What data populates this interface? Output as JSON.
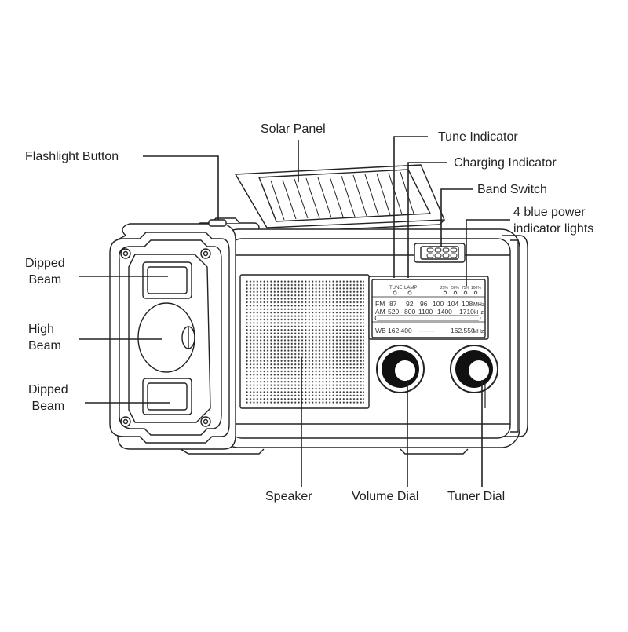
{
  "labels": {
    "solar_panel": "Solar Panel",
    "tune_indicator": "Tune Indicator",
    "charging_indicator": "Charging Indicator",
    "band_switch": "Band Switch",
    "power_lights_line1": "4 blue power",
    "power_lights_line2": "indicator lights",
    "flashlight_button": "Flashlight Button",
    "dipped_beam_top_line1": "Dipped",
    "dipped_beam_top_line2": "Beam",
    "high_beam_line1": "High",
    "high_beam_line2": "Beam",
    "dipped_beam_bottom_line1": "Dipped",
    "dipped_beam_bottom_line2": "Beam",
    "speaker": "Speaker",
    "volume_dial": "Volume Dial",
    "tuner_dial": "Tuner Dial"
  },
  "radio_panel": {
    "indicator_tune": "TUNE",
    "indicator_lamp": "LAMP",
    "battery_levels": [
      "25%",
      "50%",
      "75%",
      "100%"
    ],
    "fm": {
      "band": "FM",
      "freqs": [
        "87",
        "92",
        "96",
        "100",
        "104",
        "108"
      ],
      "unit": "MHz"
    },
    "am": {
      "band": "AM",
      "freqs": [
        "520",
        "800",
        "1100",
        "1400",
        "1710"
      ],
      "unit": "kHz"
    },
    "wb": {
      "band": "WB",
      "low": "162.400",
      "dashes": "-------",
      "high": "162.550",
      "unit": "MHz"
    }
  },
  "colors": {
    "line": "#222222",
    "background": "#ffffff"
  }
}
